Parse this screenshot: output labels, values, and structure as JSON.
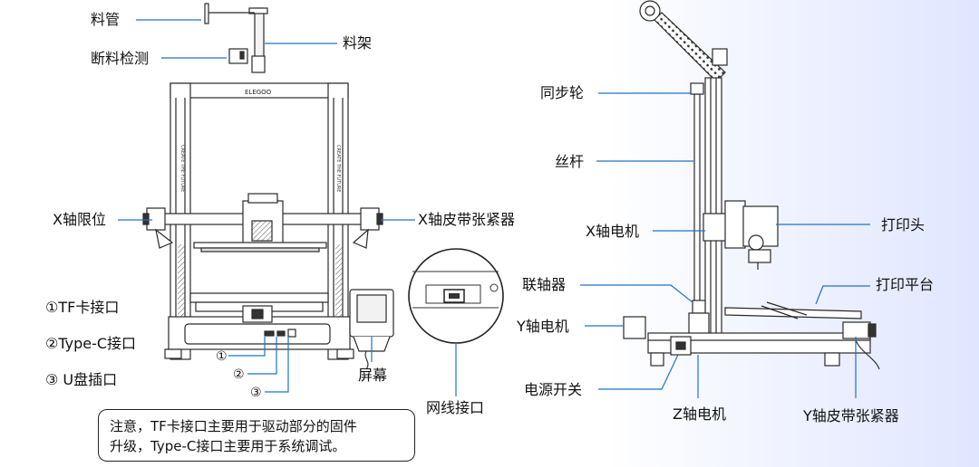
{
  "colors": {
    "leader": "#1f73c6",
    "line": "#2a2a2a",
    "accent_bg": "#dfe6ff"
  },
  "labels": {
    "tube": "料管",
    "rack": "料架",
    "filament_sensor": "断料检测",
    "x_limit": "X轴限位",
    "x_tensioner": "X轴皮带张紧器",
    "port1": "①TF卡接口",
    "port2": "②Type-C接口",
    "port3": "③ U盘插口",
    "n1": "①",
    "n2": "②",
    "n3": "③",
    "screen": "屏幕",
    "ethernet": "网线接口",
    "sync_wheel": "同步轮",
    "lead_screw": "丝杆",
    "x_motor": "X轴电机",
    "print_head": "打印头",
    "coupler": "联轴器",
    "print_bed": "打印平台",
    "y_motor": "Y轴电机",
    "power_switch": "电源开关",
    "z_motor": "Z轴电机",
    "y_tensioner": "Y轴皮带张紧器"
  },
  "printer_branding": {
    "logo": "ELEGOO",
    "slogan": "CREATE THE FUTURE"
  },
  "note": {
    "line1": "注意，TF卡接口主要用于驱动部分的固件",
    "line2": "升级，Type-C接口主要用于系统调试。"
  }
}
